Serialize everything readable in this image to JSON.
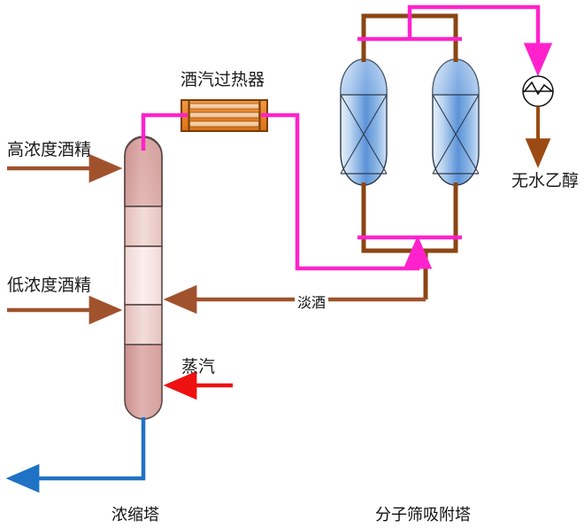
{
  "diagram": {
    "title_hidden": "",
    "colors": {
      "stream_brown": "#a0522d",
      "stream_brown_dark": "#8B4513",
      "stream_magenta": "#FF22CC",
      "stream_red": "#EE1111",
      "stream_blue": "#1F72C4",
      "tower_pink_dark": "#D9A3A0",
      "tower_pink_light": "#F5E3E0",
      "tower_outline": "#5A4A48",
      "sieve_blue_dark": "#4A87D3",
      "sieve_blue_light": "#DCE9F8",
      "sieve_outline": "#2E3B4E",
      "heater_orange": "#E8832A",
      "heater_outline": "#7A3E00",
      "text": "#111111"
    },
    "labels": {
      "high_conc_alcohol": "高浓度酒精",
      "low_conc_alcohol": "低浓度酒精",
      "steam": "蒸汽",
      "superheater": "酒汽过热器",
      "weak_liquor": "淡酒",
      "anhydrous_ethanol": "无水乙醇"
    },
    "captions": {
      "concentration_tower": "浓缩塔",
      "molecular_sieve_tower": "分子筛吸附塔"
    },
    "equipment": {
      "concentration_tower": {
        "name": "浓缩塔",
        "segments": 5
      },
      "superheater": {
        "name": "酒汽过热器",
        "tubes": 3
      },
      "sieve_column_left": {
        "name": "分子筛吸附塔"
      },
      "sieve_column_right": {
        "name": "分子筛吸附塔"
      },
      "condenser": {
        "name": "冷凝器"
      }
    }
  }
}
